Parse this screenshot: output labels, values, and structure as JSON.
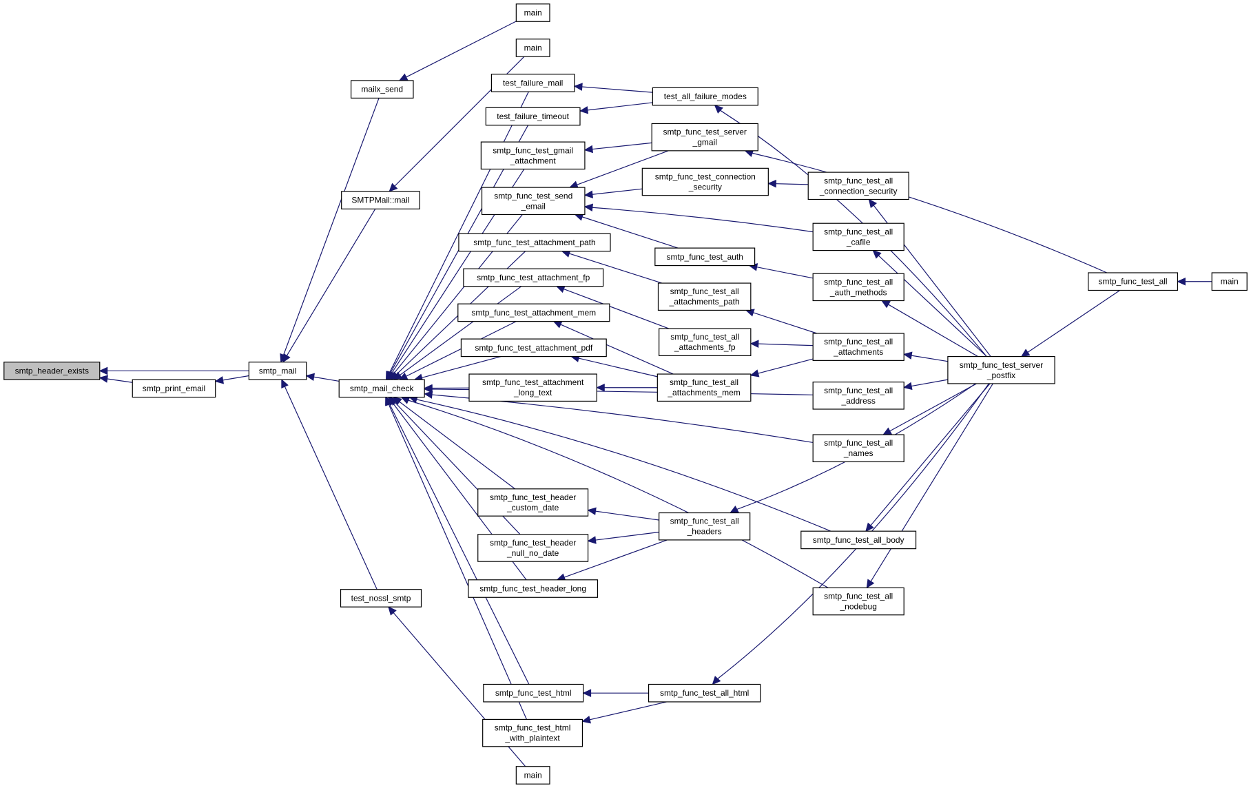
{
  "colors": {
    "edge": "#191970",
    "root_fill": "#bfbfbf",
    "node_fill": "#ffffff",
    "node_border": "#000000"
  },
  "nodes": [
    {
      "id": "smtp_header_exists",
      "lines": [
        "smtp_header_exists"
      ],
      "highlight": true
    },
    {
      "id": "smtp_print_email",
      "lines": [
        "smtp_print_email"
      ]
    },
    {
      "id": "smtp_mail",
      "lines": [
        "smtp_mail"
      ]
    },
    {
      "id": "mailx_send",
      "lines": [
        "mailx_send"
      ]
    },
    {
      "id": "main_1",
      "lines": [
        "main"
      ]
    },
    {
      "id": "main_2",
      "lines": [
        "main"
      ]
    },
    {
      "id": "smtpmail_mail",
      "lines": [
        "SMTPMail::mail"
      ]
    },
    {
      "id": "smtp_mail_check",
      "lines": [
        "smtp_mail_check"
      ]
    },
    {
      "id": "test_nossl_smtp",
      "lines": [
        "test_nossl_smtp"
      ]
    },
    {
      "id": "main_3",
      "lines": [
        "main"
      ]
    },
    {
      "id": "test_failure_mail",
      "lines": [
        "test_failure_mail"
      ]
    },
    {
      "id": "test_failure_timeout",
      "lines": [
        "test_failure_timeout"
      ]
    },
    {
      "id": "gmail_attachment",
      "lines": [
        "smtp_func_test_gmail",
        "_attachment"
      ]
    },
    {
      "id": "send_email",
      "lines": [
        "smtp_func_test_send",
        "_email"
      ]
    },
    {
      "id": "attachment_path",
      "lines": [
        "smtp_func_test_attachment_path"
      ]
    },
    {
      "id": "attachment_fp",
      "lines": [
        "smtp_func_test_attachment_fp"
      ]
    },
    {
      "id": "attachment_mem",
      "lines": [
        "smtp_func_test_attachment_mem"
      ]
    },
    {
      "id": "attachment_pdf",
      "lines": [
        "smtp_func_test_attachment_pdf"
      ]
    },
    {
      "id": "attachment_long_text",
      "lines": [
        "smtp_func_test_attachment",
        "_long_text"
      ]
    },
    {
      "id": "header_custom_date",
      "lines": [
        "smtp_func_test_header",
        "_custom_date"
      ]
    },
    {
      "id": "header_null_no_date",
      "lines": [
        "smtp_func_test_header",
        "_null_no_date"
      ]
    },
    {
      "id": "header_long",
      "lines": [
        "smtp_func_test_header_long"
      ]
    },
    {
      "id": "func_html",
      "lines": [
        "smtp_func_test_html"
      ]
    },
    {
      "id": "html_with_plaintext",
      "lines": [
        "smtp_func_test_html",
        "_with_plaintext"
      ]
    },
    {
      "id": "all_failure_modes",
      "lines": [
        "test_all_failure_modes"
      ]
    },
    {
      "id": "server_gmail",
      "lines": [
        "smtp_func_test_server",
        "_gmail"
      ]
    },
    {
      "id": "connection_security",
      "lines": [
        "smtp_func_test_connection",
        "_security"
      ]
    },
    {
      "id": "func_auth",
      "lines": [
        "smtp_func_test_auth"
      ]
    },
    {
      "id": "all_attachments_path",
      "lines": [
        "smtp_func_test_all",
        "_attachments_path"
      ]
    },
    {
      "id": "all_attachments_fp",
      "lines": [
        "smtp_func_test_all",
        "_attachments_fp"
      ]
    },
    {
      "id": "all_attachments_mem",
      "lines": [
        "smtp_func_test_all",
        "_attachments_mem"
      ]
    },
    {
      "id": "all_headers",
      "lines": [
        "smtp_func_test_all",
        "_headers"
      ]
    },
    {
      "id": "all_html",
      "lines": [
        "smtp_func_test_all_html"
      ]
    },
    {
      "id": "all_connection_security",
      "lines": [
        "smtp_func_test_all",
        "_connection_security"
      ]
    },
    {
      "id": "all_cafile",
      "lines": [
        "smtp_func_test_all",
        "_cafile"
      ]
    },
    {
      "id": "all_auth_methods",
      "lines": [
        "smtp_func_test_all",
        "_auth_methods"
      ]
    },
    {
      "id": "all_attachments",
      "lines": [
        "smtp_func_test_all",
        "_attachments"
      ]
    },
    {
      "id": "all_address",
      "lines": [
        "smtp_func_test_all",
        "_address"
      ]
    },
    {
      "id": "all_names",
      "lines": [
        "smtp_func_test_all",
        "_names"
      ]
    },
    {
      "id": "all_body",
      "lines": [
        "smtp_func_test_all_body"
      ]
    },
    {
      "id": "all_nodebug",
      "lines": [
        "smtp_func_test_all",
        "_nodebug"
      ]
    },
    {
      "id": "server_postfix",
      "lines": [
        "smtp_func_test_server",
        "_postfix"
      ]
    },
    {
      "id": "func_test_all",
      "lines": [
        "smtp_func_test_all"
      ]
    },
    {
      "id": "main_4",
      "lines": [
        "main"
      ]
    }
  ],
  "edges": [
    [
      "smtp_header_exists",
      "smtp_mail"
    ],
    [
      "smtp_header_exists",
      "smtp_print_email"
    ],
    [
      "smtp_print_email",
      "smtp_mail"
    ],
    [
      "smtp_mail",
      "mailx_send"
    ],
    [
      "smtp_mail",
      "smtpmail_mail"
    ],
    [
      "smtp_mail",
      "smtp_mail_check"
    ],
    [
      "smtp_mail",
      "test_nossl_smtp"
    ],
    [
      "mailx_send",
      "main_1"
    ],
    [
      "smtpmail_mail",
      "main_2"
    ],
    [
      "test_nossl_smtp",
      "main_3"
    ],
    [
      "smtp_mail_check",
      "test_failure_mail"
    ],
    [
      "smtp_mail_check",
      "test_failure_timeout"
    ],
    [
      "smtp_mail_check",
      "gmail_attachment"
    ],
    [
      "smtp_mail_check",
      "send_email"
    ],
    [
      "smtp_mail_check",
      "attachment_path"
    ],
    [
      "smtp_mail_check",
      "attachment_fp"
    ],
    [
      "smtp_mail_check",
      "attachment_mem"
    ],
    [
      "smtp_mail_check",
      "attachment_pdf"
    ],
    [
      "smtp_mail_check",
      "attachment_long_text"
    ],
    [
      "smtp_mail_check",
      "all_address"
    ],
    [
      "smtp_mail_check",
      "all_names"
    ],
    [
      "smtp_mail_check",
      "header_custom_date"
    ],
    [
      "smtp_mail_check",
      "header_null_no_date"
    ],
    [
      "smtp_mail_check",
      "header_long"
    ],
    [
      "smtp_mail_check",
      "all_body"
    ],
    [
      "smtp_mail_check",
      "all_nodebug"
    ],
    [
      "smtp_mail_check",
      "func_html"
    ],
    [
      "smtp_mail_check",
      "html_with_plaintext"
    ],
    [
      "test_failure_mail",
      "all_failure_modes"
    ],
    [
      "test_failure_timeout",
      "all_failure_modes"
    ],
    [
      "gmail_attachment",
      "server_gmail"
    ],
    [
      "send_email",
      "server_gmail"
    ],
    [
      "send_email",
      "connection_security"
    ],
    [
      "send_email",
      "all_cafile"
    ],
    [
      "send_email",
      "func_auth"
    ],
    [
      "attachment_path",
      "all_attachments_path"
    ],
    [
      "attachment_fp",
      "all_attachments_fp"
    ],
    [
      "attachment_mem",
      "all_attachments_mem"
    ],
    [
      "attachment_pdf",
      "all_attachments_mem"
    ],
    [
      "attachment_long_text",
      "all_attachments_mem"
    ],
    [
      "header_custom_date",
      "all_headers"
    ],
    [
      "header_null_no_date",
      "all_headers"
    ],
    [
      "header_long",
      "all_headers"
    ],
    [
      "func_html",
      "all_html"
    ],
    [
      "html_with_plaintext",
      "all_html"
    ],
    [
      "connection_security",
      "all_connection_security"
    ],
    [
      "func_auth",
      "all_auth_methods"
    ],
    [
      "all_attachments_path",
      "all_attachments"
    ],
    [
      "all_attachments_fp",
      "all_attachments"
    ],
    [
      "all_attachments_mem",
      "all_attachments"
    ],
    [
      "all_failure_modes",
      "server_postfix"
    ],
    [
      "server_gmail",
      "func_test_all"
    ],
    [
      "all_connection_security",
      "server_postfix"
    ],
    [
      "all_cafile",
      "server_postfix"
    ],
    [
      "all_auth_methods",
      "server_postfix"
    ],
    [
      "all_attachments",
      "server_postfix"
    ],
    [
      "all_address",
      "server_postfix"
    ],
    [
      "all_names",
      "server_postfix"
    ],
    [
      "all_headers",
      "server_postfix"
    ],
    [
      "all_body",
      "server_postfix"
    ],
    [
      "all_nodebug",
      "server_postfix"
    ],
    [
      "all_html",
      "server_postfix"
    ],
    [
      "server_postfix",
      "func_test_all"
    ],
    [
      "func_test_all",
      "main_4"
    ]
  ]
}
